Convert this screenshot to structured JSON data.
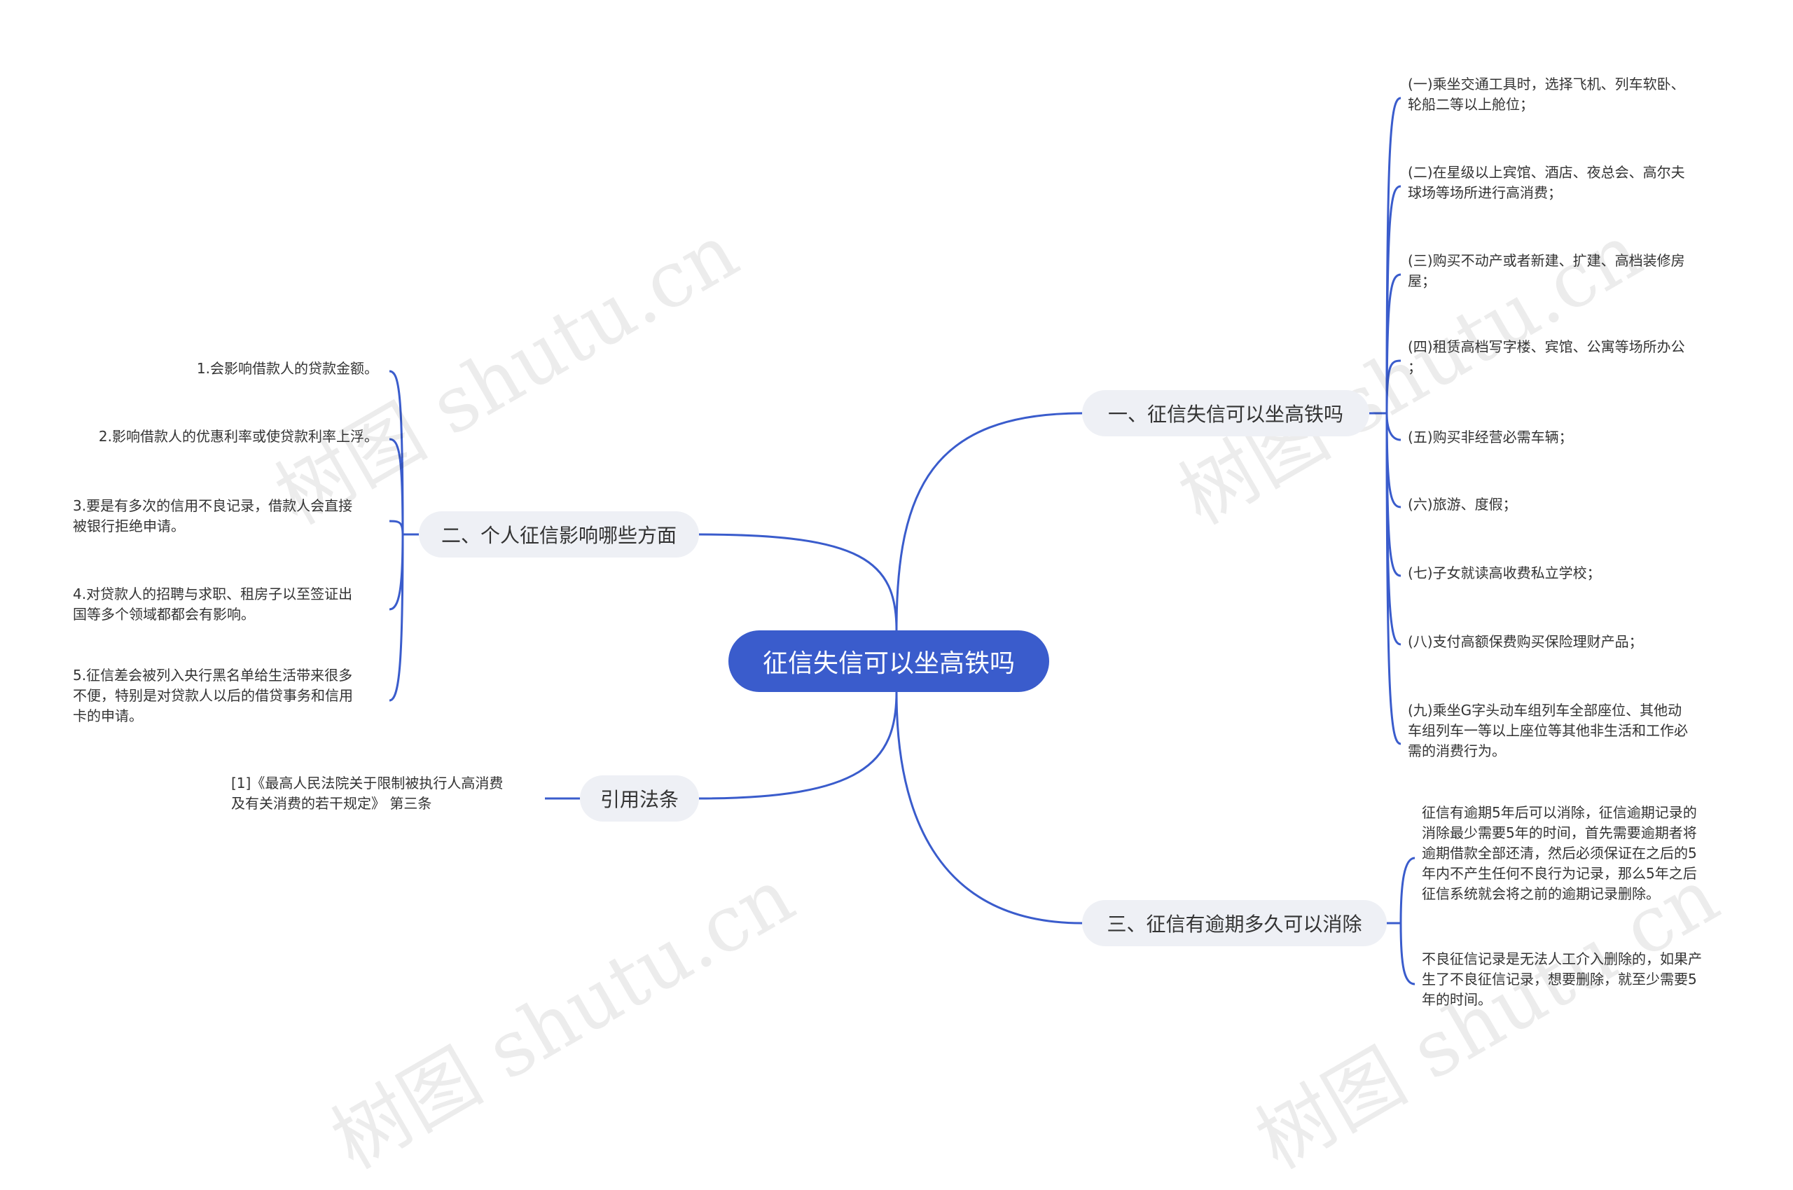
{
  "center": "征信失信可以坐高铁吗",
  "watermark": "树图 shutu.cn",
  "colors": {
    "accent": "#3a5ccc",
    "branch_bg": "#eef0f5",
    "text": "#333333"
  },
  "branch1": {
    "title": "一、征信失信可以坐高铁吗",
    "items": [
      "(一)乘坐交通工具时，选择飞机、列车软卧、\n轮船二等以上舱位；",
      "(二)在星级以上宾馆、酒店、夜总会、高尔夫\n球场等场所进行高消费；",
      "(三)购买不动产或者新建、扩建、高档装修房\n屋；",
      "(四)租赁高档写字楼、宾馆、公寓等场所办公\n；",
      "(五)购买非经营必需车辆；",
      "(六)旅游、度假；",
      "(七)子女就读高收费私立学校；",
      "(八)支付高额保费购买保险理财产品；",
      "(九)乘坐G字头动车组列车全部座位、其他动\n车组列车一等以上座位等其他非生活和工作必\n需的消费行为。"
    ]
  },
  "branch2": {
    "title": "二、个人征信影响哪些方面",
    "items": [
      "1.会影响借款人的贷款金额。",
      "2.影响借款人的优惠利率或使贷款利率上浮。",
      "3.要是有多次的信用不良记录，借款人会直接\n被银行拒绝申请。",
      "4.对贷款人的招聘与求职、租房子以至签证出\n国等多个领域都都会有影响。",
      "5.征信差会被列入央行黑名单给生活带来很多\n不便，特别是对贷款人以后的借贷事务和信用\n卡的申请。"
    ]
  },
  "branch3": {
    "title": "三、征信有逾期多久可以消除",
    "items": [
      "征信有逾期5年后可以消除，征信逾期记录的\n消除最少需要5年的时间，首先需要逾期者将\n逾期借款全部还清，然后必须保证在之后的5\n年内不产生任何不良行为记录，那么5年之后\n征信系统就会将之前的逾期记录删除。",
      "不良征信记录是无法人工介入删除的，如果产\n生了不良征信记录，想要删除，就至少需要5\n年的时间。"
    ]
  },
  "branch4": {
    "title": "引用法条",
    "items": [
      "[1]《最高人民法院关于限制被执行人高消费\n及有关消费的若干规定》 第三条"
    ]
  }
}
